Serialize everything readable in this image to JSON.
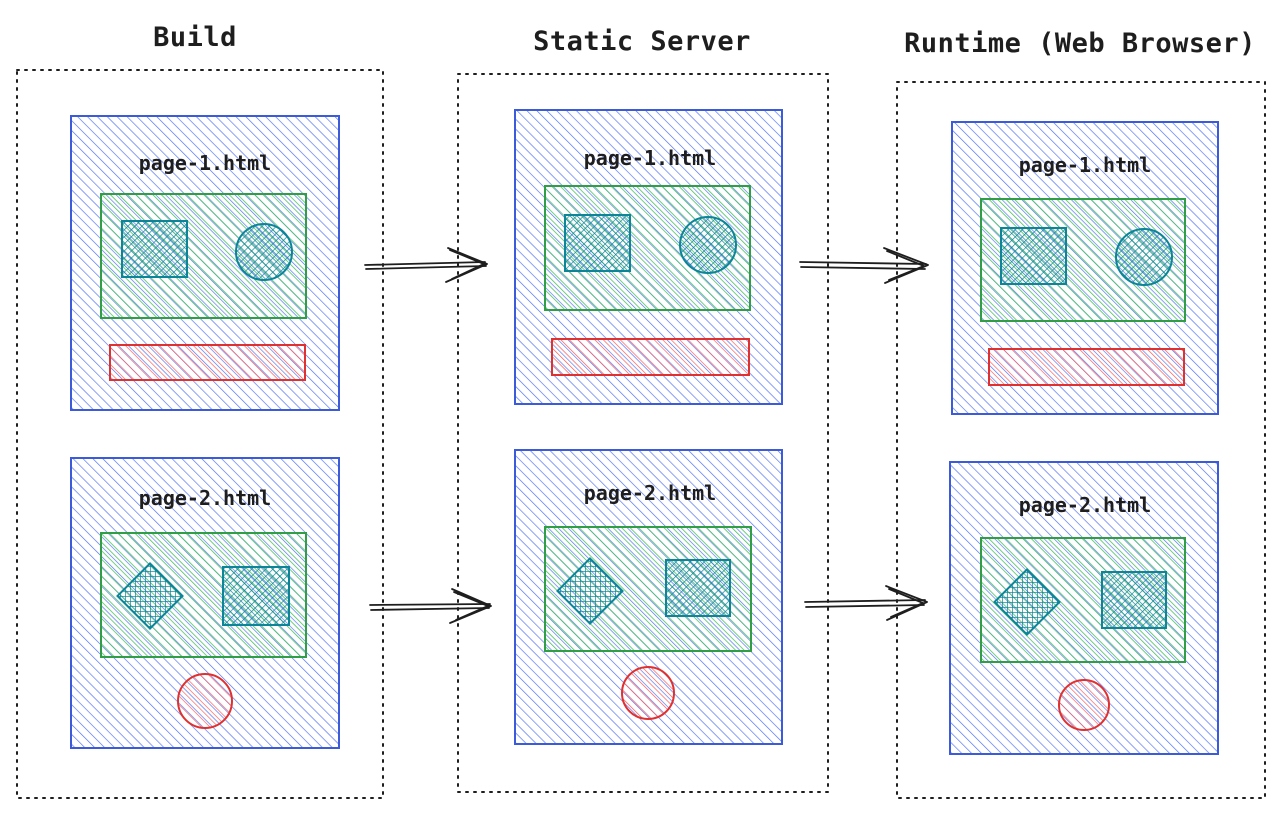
{
  "columns": [
    {
      "title": "Build",
      "pages": [
        {
          "label": "page-1.html",
          "layout": "page-1"
        },
        {
          "label": "page-2.html",
          "layout": "page-2"
        }
      ]
    },
    {
      "title": "Static Server",
      "pages": [
        {
          "label": "page-1.html",
          "layout": "page-1"
        },
        {
          "label": "page-2.html",
          "layout": "page-2"
        }
      ]
    },
    {
      "title": "Runtime (Web Browser)",
      "pages": [
        {
          "label": "page-1.html",
          "layout": "page-1"
        },
        {
          "label": "page-2.html",
          "layout": "page-2"
        }
      ]
    }
  ],
  "colors": {
    "page_stroke": "#3b5bdb",
    "page_hatch": "#4c6ef5",
    "section_stroke": "#2f9e44",
    "section_hatch": "#40c057",
    "shape_stroke": "#0c8599",
    "shape_fill": "#15aabf",
    "red_stroke": "#e03131",
    "red_hatch": "#fa5252",
    "frame_stroke": "#1e1e1e",
    "arrow_stroke": "#1e1e1e"
  }
}
